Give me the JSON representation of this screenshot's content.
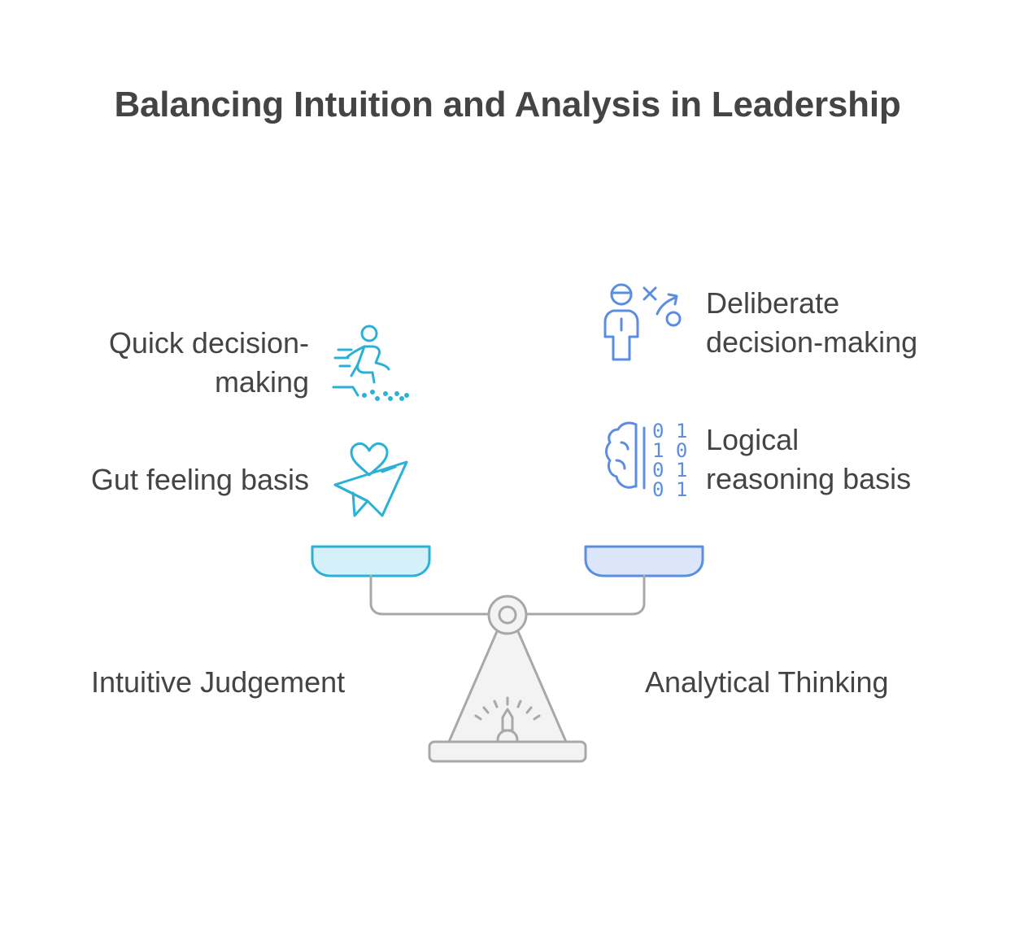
{
  "title": "Balancing Intuition and Analysis in Leadership",
  "left_side": {
    "heading": "Intuitive Judgement",
    "items": [
      {
        "lines": [
          "Quick decision-",
          "making"
        ],
        "icon": "running-person-icon"
      },
      {
        "lines": [
          "Gut feeling basis"
        ],
        "icon": "heart-paper-plane-icon"
      }
    ],
    "color": "#2BB0D8",
    "pan_fill": "#D4F1F9"
  },
  "right_side": {
    "heading": "Analytical Thinking",
    "items": [
      {
        "lines": [
          "Deliberate",
          "decision-making"
        ],
        "icon": "strategist-person-icon"
      },
      {
        "lines": [
          "Logical",
          "reasoning basis"
        ],
        "icon": "binary-brain-icon"
      }
    ],
    "color": "#5B8DE0",
    "pan_fill": "#DCE6FB"
  },
  "scale": {
    "icon": "balance-scale-icon",
    "stroke": "#A8A8A8",
    "fill": "#F3F3F3"
  }
}
